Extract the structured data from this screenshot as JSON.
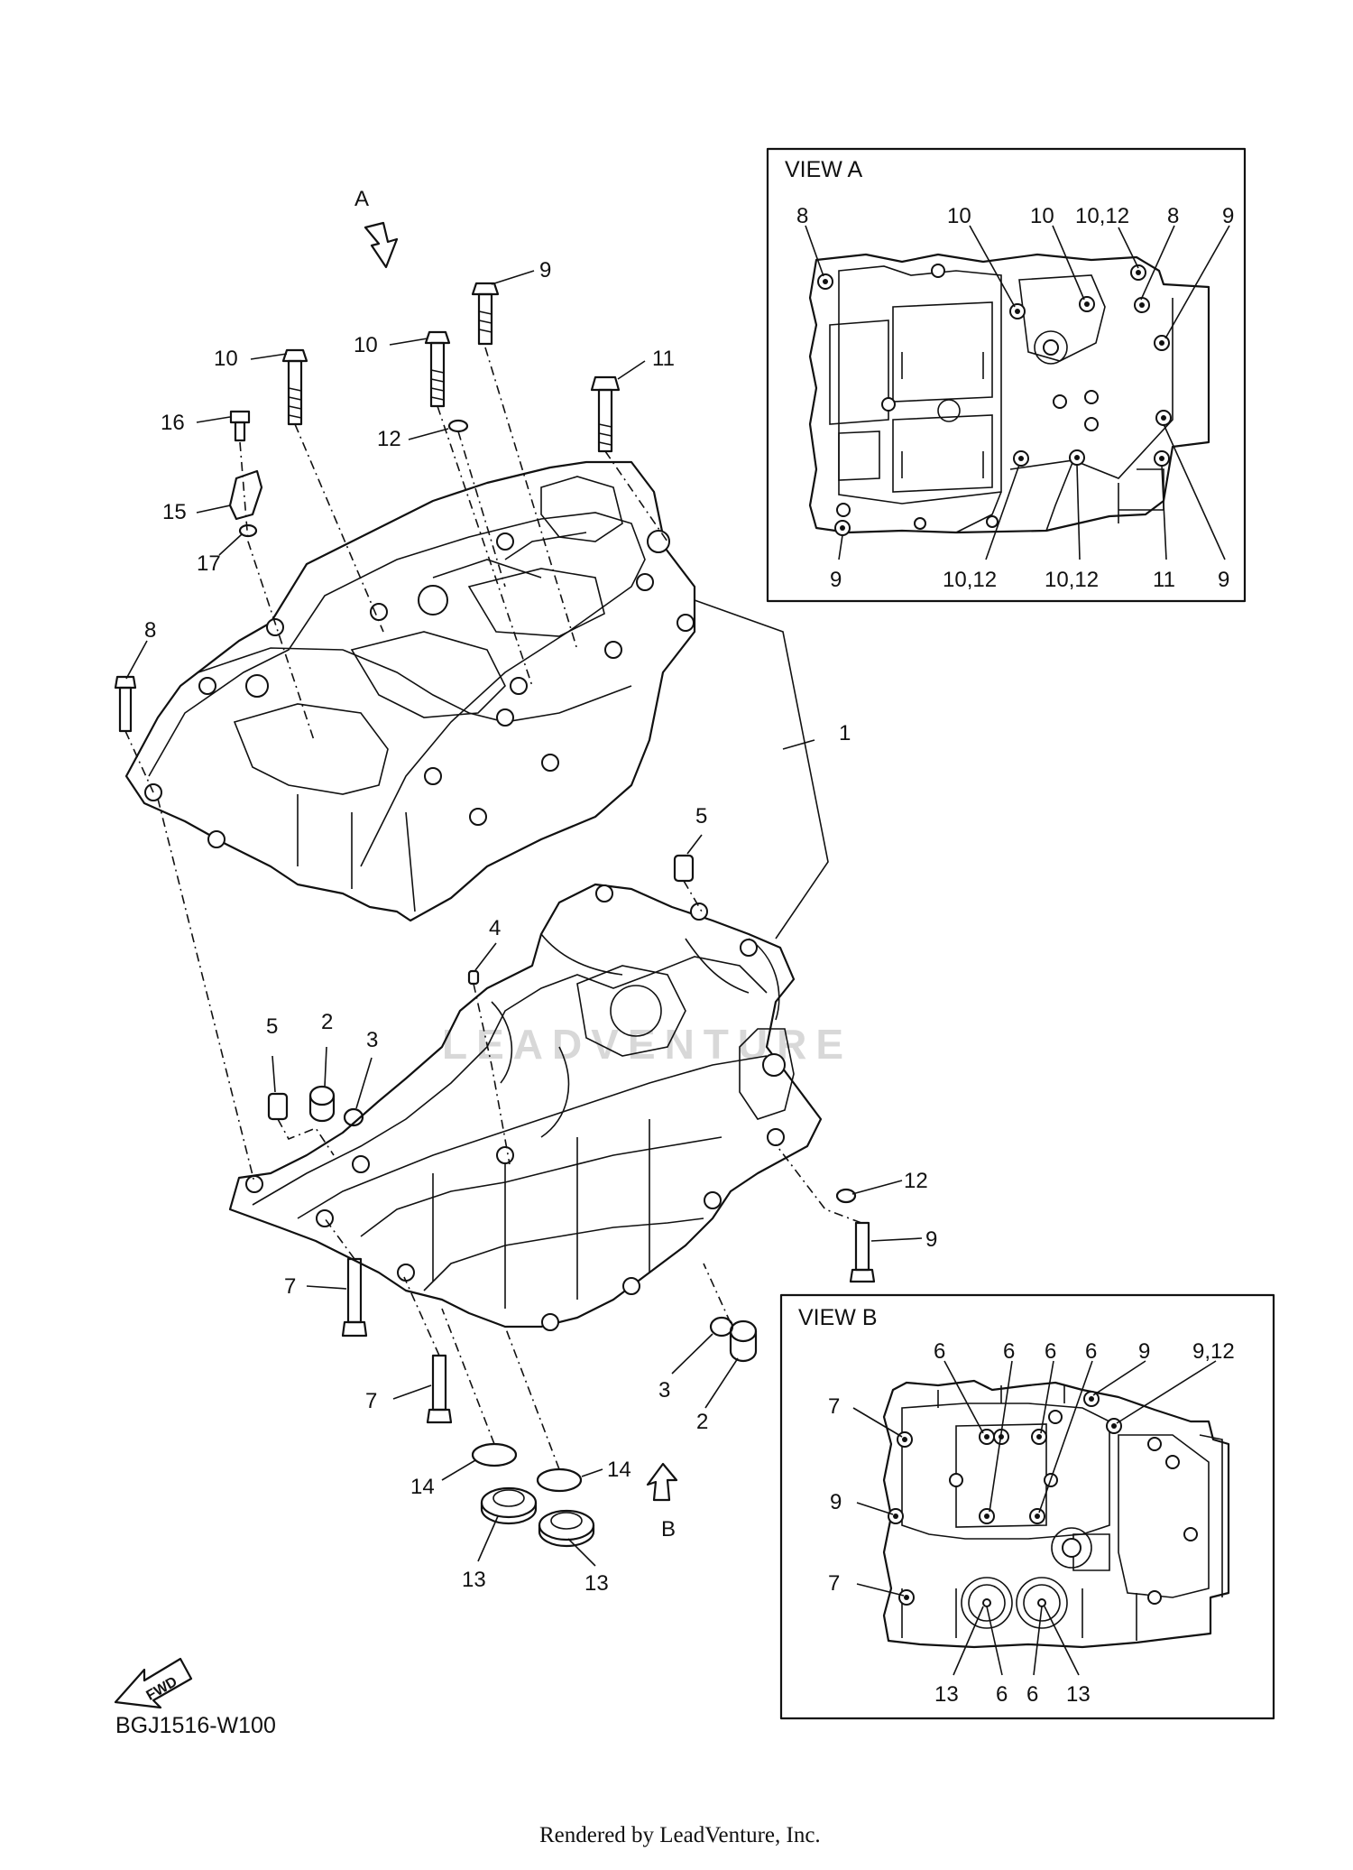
{
  "diagram": {
    "code": "BGJ1516-W100",
    "footer": "Rendered by LeadVenture, Inc.",
    "watermark": "LEADVENTURE",
    "arrow_a": "A",
    "arrow_b": "B",
    "fwd": "FWD",
    "callouts": {
      "c1": "1",
      "c2a": "2",
      "c2b": "2",
      "c3a": "3",
      "c3b": "3",
      "c4": "4",
      "c5a": "5",
      "c5b": "5",
      "c7a": "7",
      "c7b": "7",
      "c8": "8",
      "c9a": "9",
      "c9b": "9",
      "c10a": "10",
      "c10b": "10",
      "c11": "11",
      "c12a": "12",
      "c12b": "12",
      "c13a": "13",
      "c13b": "13",
      "c14a": "14",
      "c14b": "14",
      "c15": "15",
      "c16": "16",
      "c17": "17"
    },
    "view_a": {
      "title": "VIEW A",
      "top": [
        "8",
        "10",
        "10",
        "10,12",
        "8",
        "9"
      ],
      "bottom": [
        "9",
        "10,12",
        "10,12",
        "11",
        "9"
      ]
    },
    "view_b": {
      "title": "VIEW B",
      "top": [
        "6",
        "6",
        "6",
        "6",
        "9",
        "9,12"
      ],
      "left": [
        "7",
        "9",
        "7"
      ],
      "bottom": [
        "13",
        "6",
        "6",
        "13"
      ]
    }
  }
}
